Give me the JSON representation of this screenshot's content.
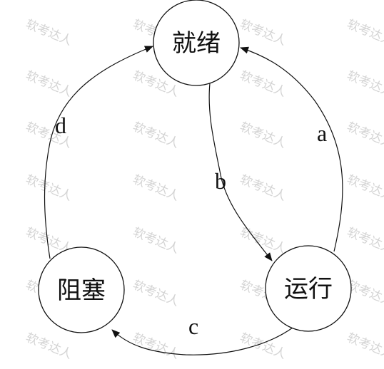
{
  "states": {
    "ready": "就绪",
    "running": "运行",
    "blocked": "阻塞"
  },
  "transitions": {
    "a": "a",
    "b": "b",
    "c": "c",
    "d": "d"
  },
  "watermark": "软考达人"
}
